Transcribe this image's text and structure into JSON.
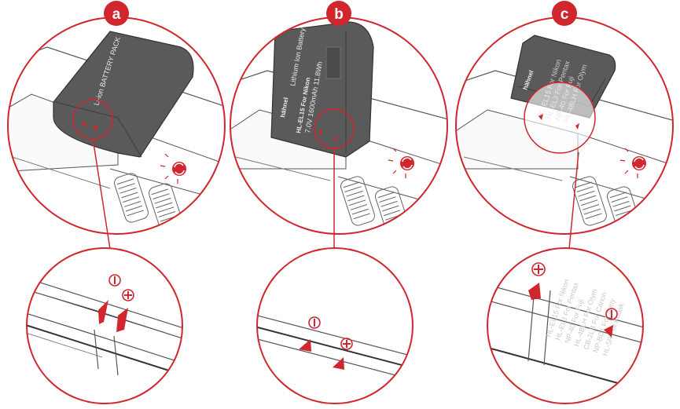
{
  "colors": {
    "accent": "#d0262d",
    "outline": "#444444",
    "battery": "#5a5a5a",
    "paper": "#ffffff",
    "grey_text": "#c9c9c9"
  },
  "steps": [
    {
      "badge": "a",
      "battery_label": "Li-ion BATTERY PACK"
    },
    {
      "badge": "b",
      "battery_brand": "hähnel",
      "battery_lines": [
        "Lithium Ion Battery",
        "HL-EL15 For Nikon",
        "7.0V 1600mAh 11.8Wh"
      ]
    },
    {
      "badge": "c",
      "battery_brand": "hähnel",
      "label_lines": [
        "HL-EL15 For Nikon",
        "HL-EL3 For Pentax",
        "NP-40 For Fuji",
        "HL-4BLH For Olym",
        "CB-2LB For Canon",
        "NP-BD1 For Sony",
        "HL-5R For Kodak"
      ]
    }
  ]
}
